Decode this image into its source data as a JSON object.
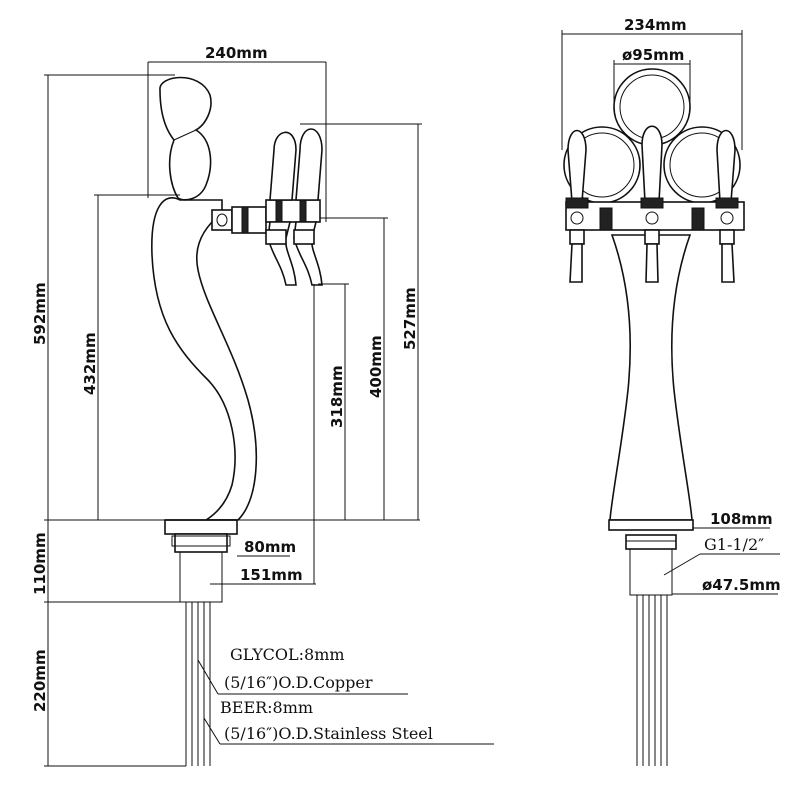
{
  "dimensions": {
    "width_side": "240mm",
    "height_total": "592mm",
    "height_tap": "432mm",
    "height_spout_top": "527mm",
    "height_spout_mid": "400mm",
    "height_spout_low": "318mm",
    "base_height": "110mm",
    "base_width": "80mm",
    "spout_reach": "151mm",
    "tube_length": "220mm",
    "width_front": "234mm",
    "medallion_diameter": "ø95mm",
    "front_base_width": "108mm",
    "thread": "G1-1/2″",
    "shank_diameter": "ø47.5mm"
  },
  "notes": {
    "glycol": "GLYCOL:8mm",
    "glycol_material": "(5/16″)O.D.Copper",
    "beer": "BEER:8mm",
    "beer_material": "(5/16″)O.D.Stainless Steel"
  }
}
